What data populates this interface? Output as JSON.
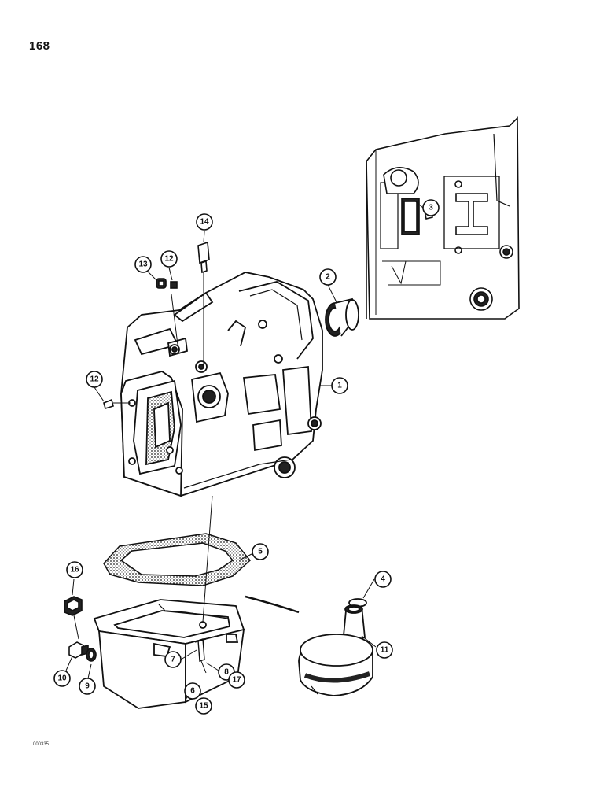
{
  "page_number": "168",
  "figure_code": "000335",
  "callouts": [
    {
      "id": "1",
      "label": "1"
    },
    {
      "id": "2",
      "label": "2"
    },
    {
      "id": "3",
      "label": "3"
    },
    {
      "id": "4",
      "label": "4"
    },
    {
      "id": "5",
      "label": "5"
    },
    {
      "id": "6",
      "label": "6"
    },
    {
      "id": "7",
      "label": "7"
    },
    {
      "id": "8",
      "label": "8"
    },
    {
      "id": "9",
      "label": "9"
    },
    {
      "id": "10",
      "label": "10"
    },
    {
      "id": "11",
      "label": "11"
    },
    {
      "id": "12a",
      "label": "12"
    },
    {
      "id": "12b",
      "label": "12"
    },
    {
      "id": "13",
      "label": "13"
    },
    {
      "id": "14",
      "label": "14"
    },
    {
      "id": "15",
      "label": "15"
    },
    {
      "id": "16",
      "label": "16"
    },
    {
      "id": "17",
      "label": "17"
    }
  ],
  "colors": {
    "ink": "#111111",
    "paper": "#ffffff"
  }
}
